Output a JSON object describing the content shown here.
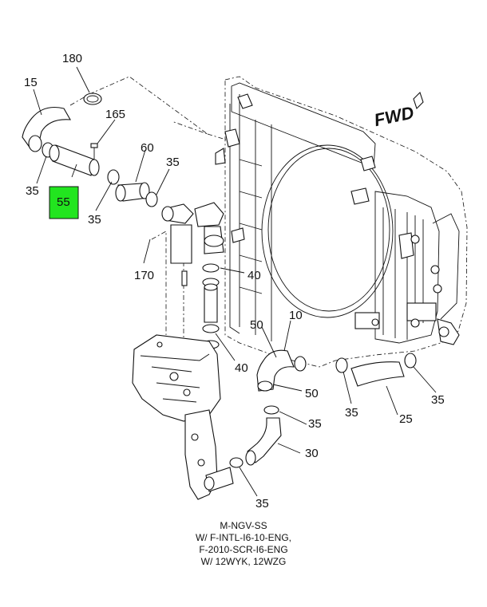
{
  "diagram": {
    "direction_label": "FWD",
    "callouts": {
      "c180": "180",
      "c15": "15",
      "c165": "165",
      "c60": "60",
      "c35_a": "35",
      "c35_b": "35",
      "c35_c": "35",
      "c55": "55",
      "c170": "170",
      "c40_a": "40",
      "c40_b": "40",
      "c50_a": "50",
      "c10": "10",
      "c50_b": "50",
      "c35_d": "35",
      "c35_e": "35",
      "c25": "25",
      "c35_f": "35",
      "c30": "30",
      "c35_g": "35"
    },
    "highlight_color": "#22e51f"
  },
  "caption": {
    "line1": "M-NGV-SS",
    "line2": "W/ F-INTL-I6-10-ENG,",
    "line3": "F-2010-SCR-I6-ENG",
    "line4": "W/ 12WYK, 12WZG"
  }
}
